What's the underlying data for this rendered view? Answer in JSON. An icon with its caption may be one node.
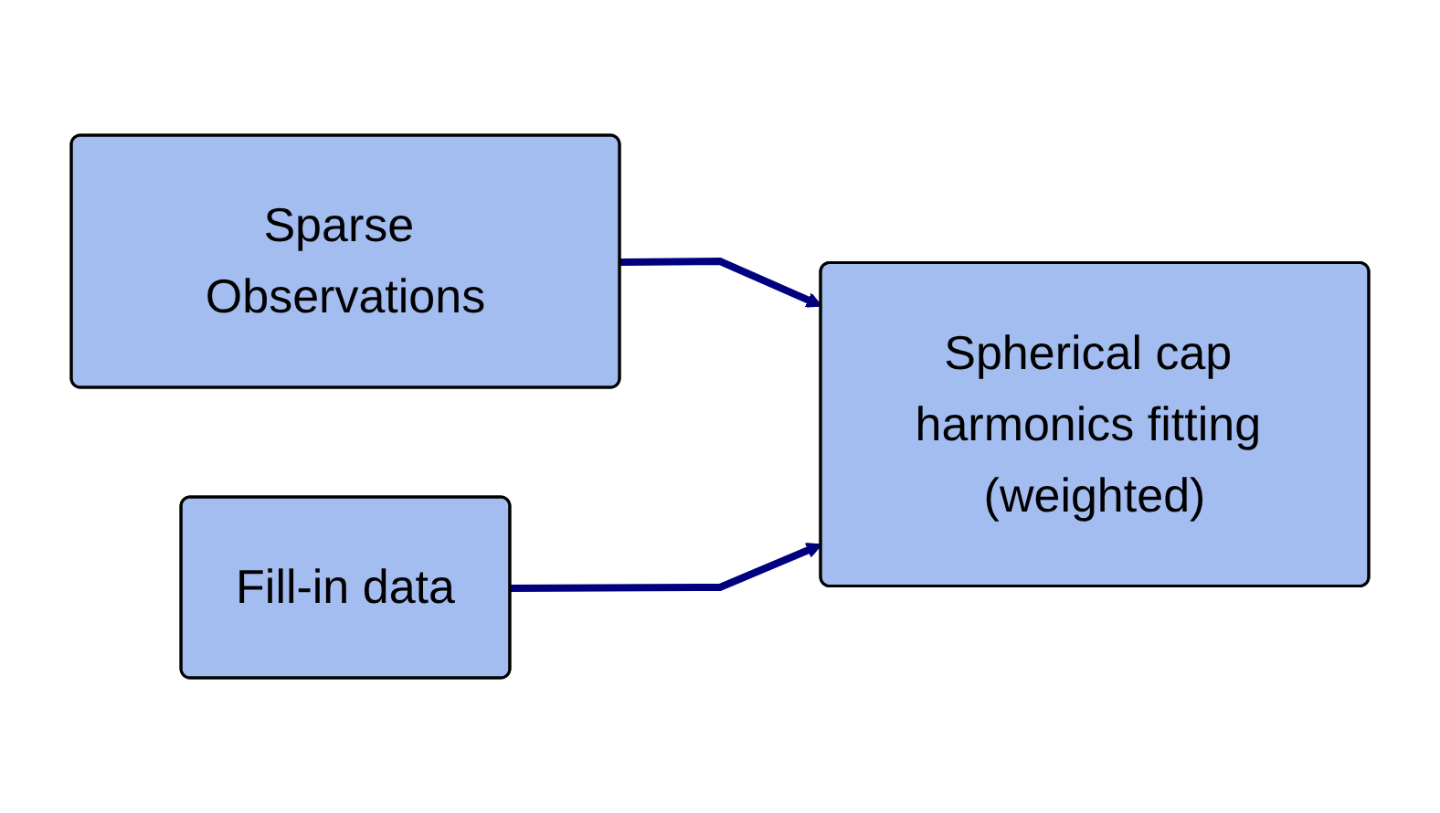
{
  "diagram": {
    "nodes": [
      {
        "text": [
          "Sparse Observations"
        ]
      },
      {
        "text": [
          "Fill-in data"
        ]
      },
      {
        "text": [
          "Spherical cap harmonics fitting (weighted)"
        ]
      }
    ],
    "edges": [
      {
        "from": 0,
        "to": 2,
        "arrow": "to"
      },
      {
        "from": 1,
        "to": 2,
        "arrow": "to"
      }
    ]
  }
}
